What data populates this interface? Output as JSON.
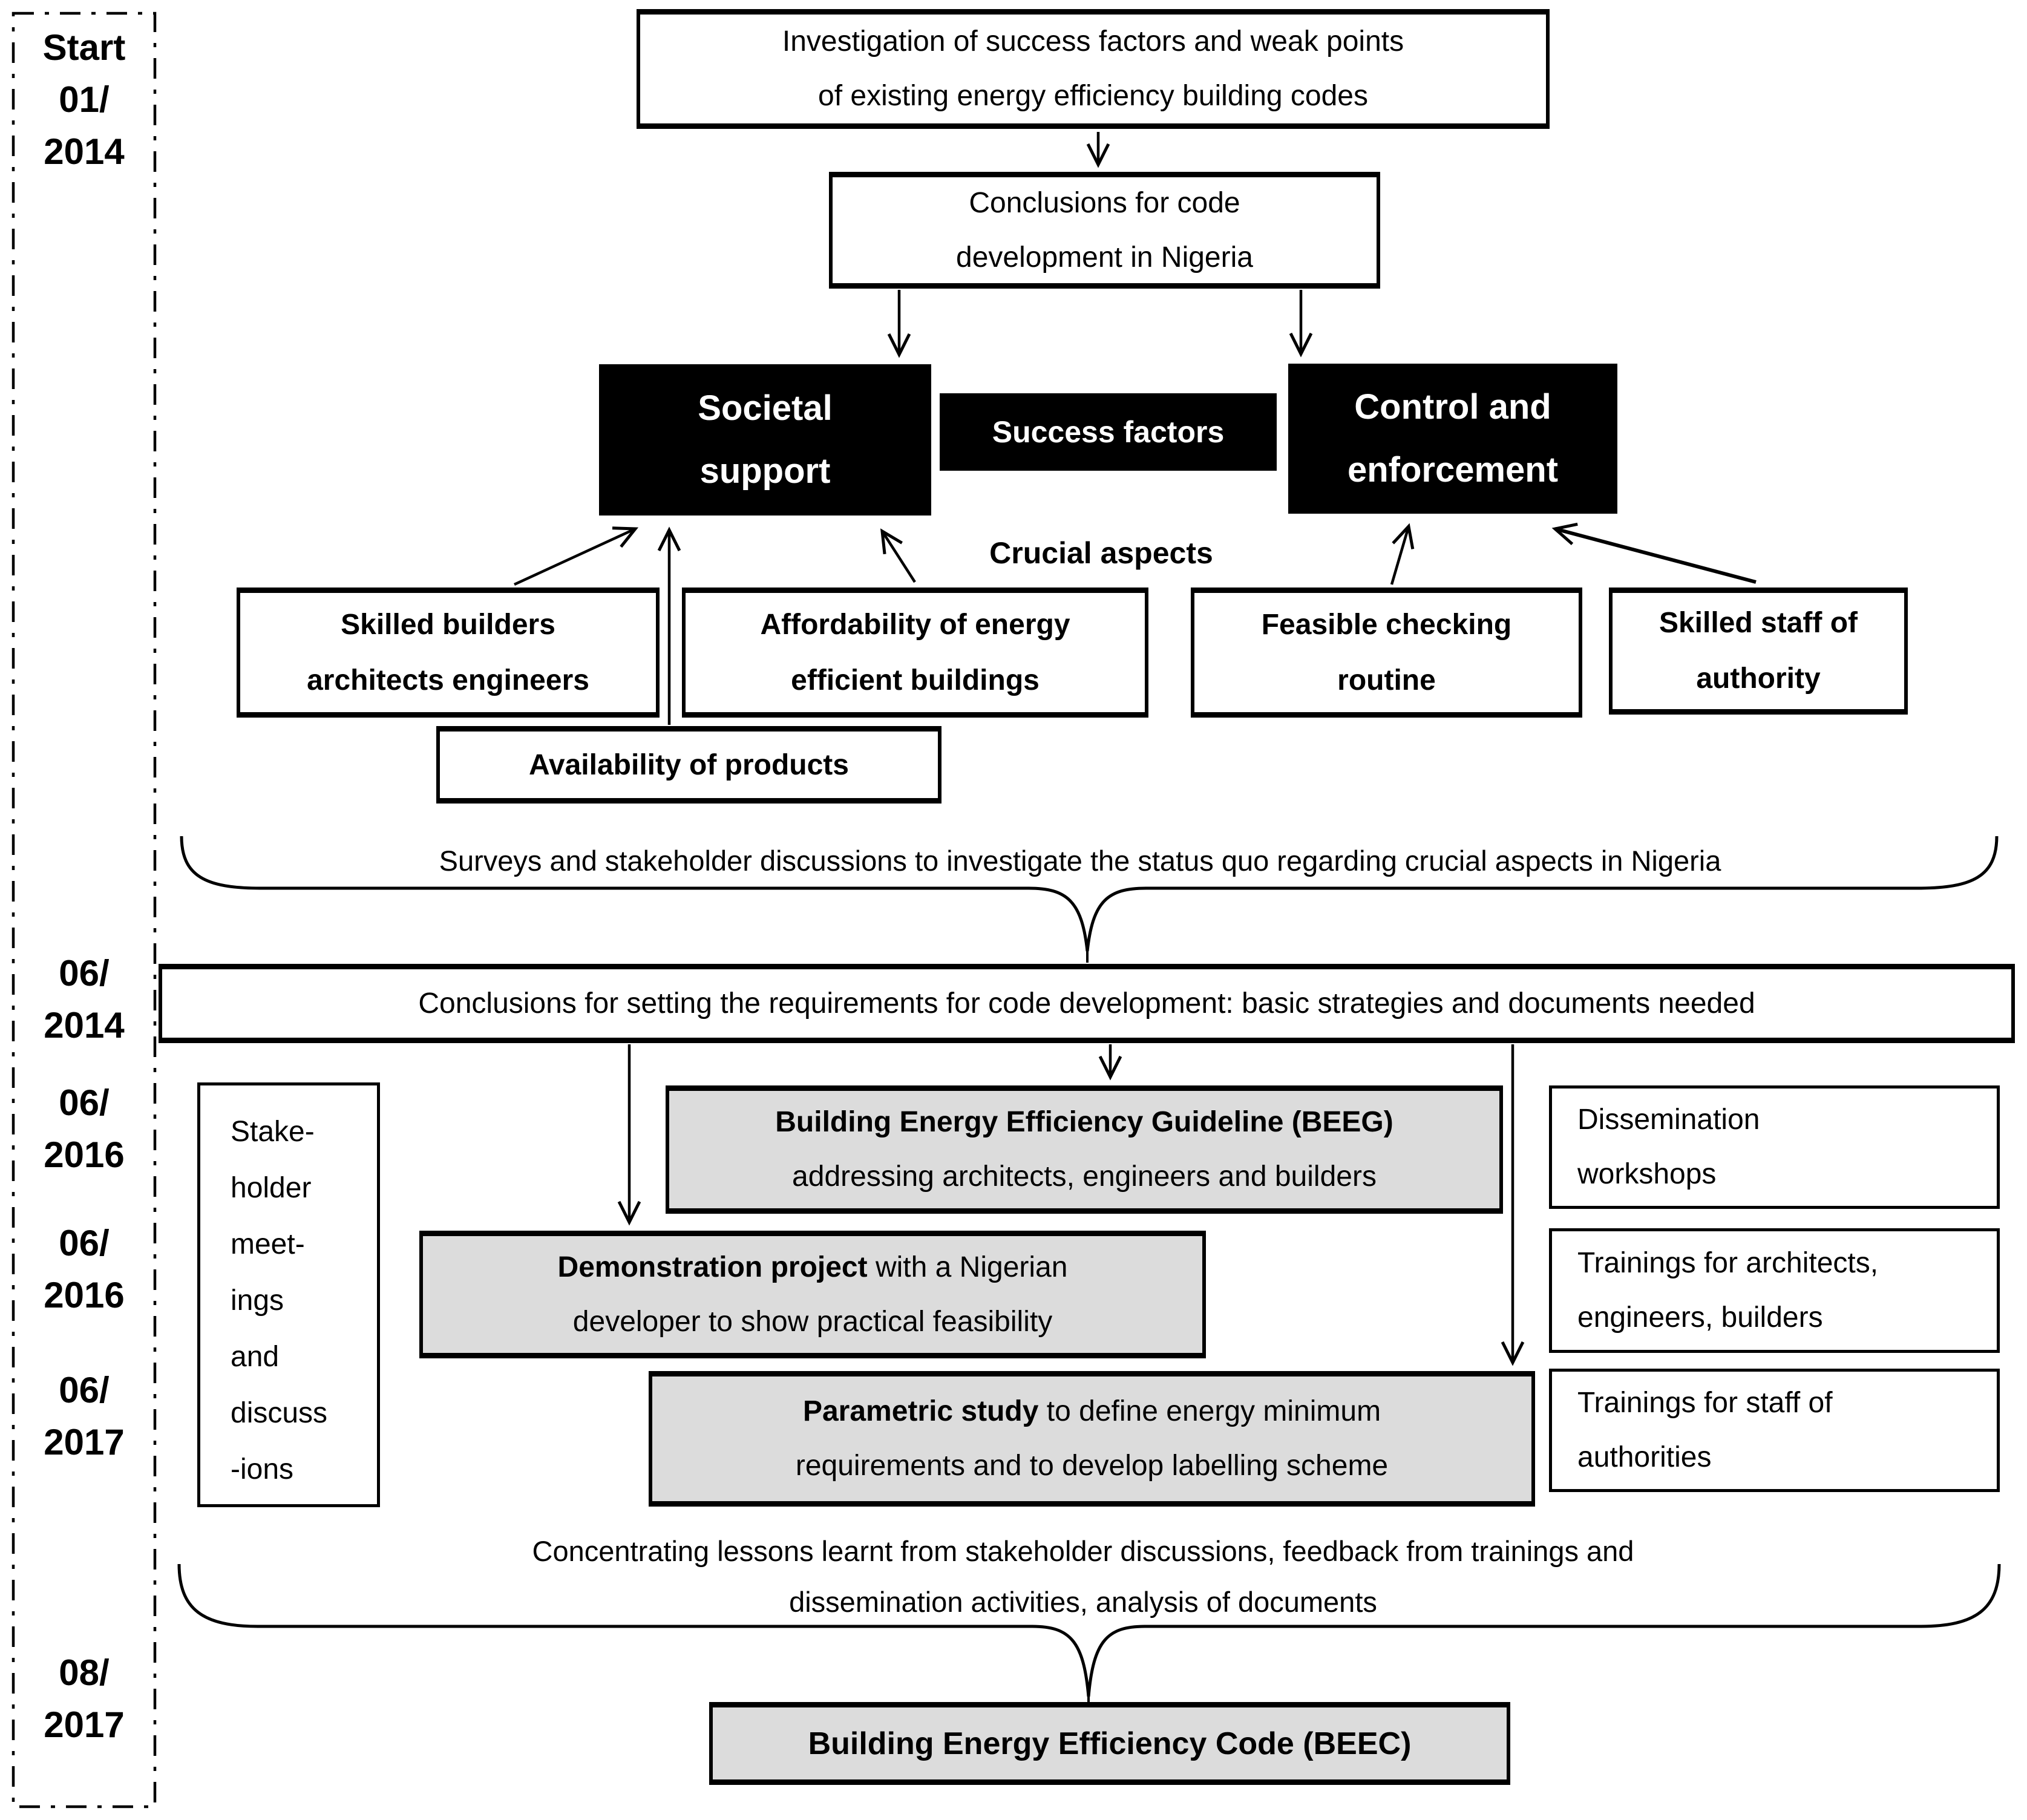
{
  "diagram": {
    "timeline": {
      "start": "Start\n01/\n2014",
      "jun2014": "06/\n2014",
      "jun2016a": "06/\n2016",
      "jun2016b": "06/\n2016",
      "jun2017": "06/\n2017",
      "aug2017": "08/\n2017"
    },
    "investigation": "Investigation of success factors and weak points\nof existing energy efficiency building codes",
    "conclusions_code": "Conclusions for code\ndevelopment in Nigeria",
    "societal_support": "Societal\nsupport",
    "success_factors": "Success factors",
    "control_enforcement": "Control and\nenforcement",
    "crucial_aspects_label": "Crucial aspects",
    "skilled_builders": "Skilled builders\narchitects  engineers",
    "affordability": "Affordability of energy\nefficient buildings",
    "feasible_checking": "Feasible checking\nroutine",
    "skilled_staff": "Skilled staff of\nauthority",
    "availability": "Availability of products",
    "surveys_brace_text": "Surveys and stakeholder discussions to investigate the status quo regarding crucial aspects in Nigeria",
    "conclusions_setting": "Conclusions for setting the requirements for code development: basic strategies and documents needed",
    "stakeholder_meetings": "Stake-\nholder\nmeet-\nings\nand\ndiscuss\n-ions",
    "beeg": {
      "bold": "Building Energy Efficiency Guideline (BEEG)",
      "rest": "addressing architects, engineers and builders"
    },
    "dissemination": "Dissemination\nworkshops",
    "demonstration": {
      "bold": "Demonstration project",
      "rest1": " with a Nigerian",
      "line2": "developer to show practical  feasibility"
    },
    "trainings_architects": "Trainings for architects,\nengineers, builders",
    "parametric": {
      "bold": "Parametric study",
      "rest1": " to define energy minimum",
      "line2": "requirements and to develop labelling scheme"
    },
    "trainings_staff": "Trainings for staff of\nauthorities",
    "concentrating_brace_text": "Concentrating lessons learnt from stakeholder discussions, feedback from trainings and\ndissemination activities, analysis of documents",
    "beec": "Building Energy Efficiency Code (BEEC)",
    "colors": {
      "milestone_fill": "#dcdcdc",
      "emphasis_fill": "#000000",
      "emphasis_text": "#ffffff",
      "line": "#000000"
    }
  }
}
